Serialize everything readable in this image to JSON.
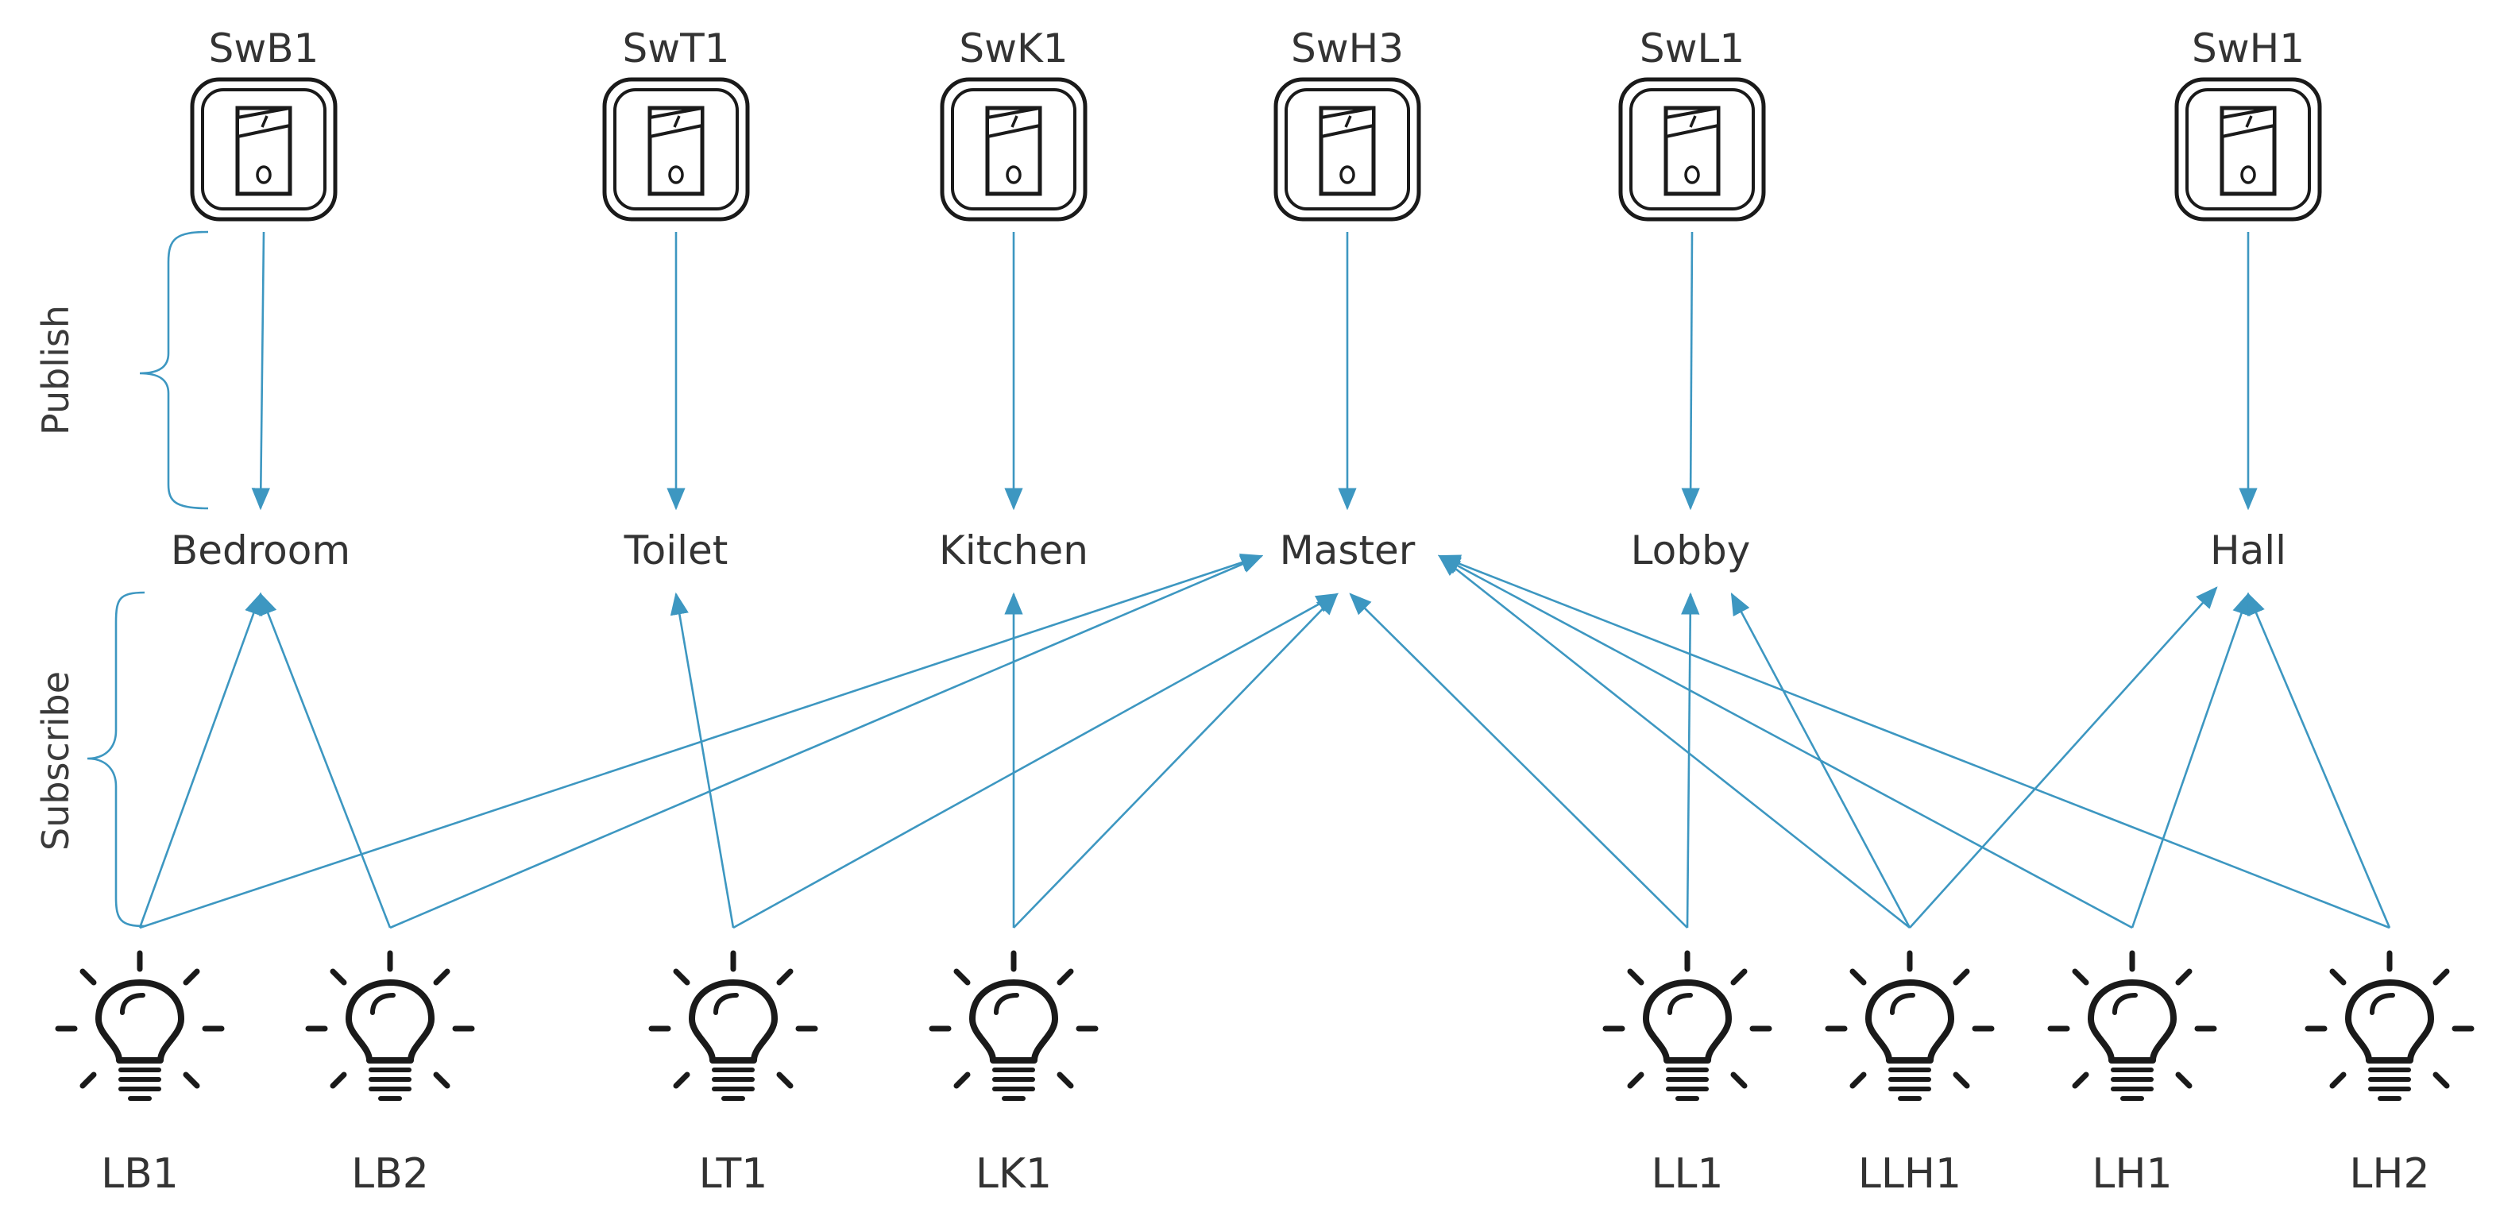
{
  "diagram": {
    "accent_color": "#3d97c1",
    "text_color": "#333333",
    "side_labels": {
      "publish": "Publish",
      "subscribe": "Subscribe"
    },
    "switches": [
      {
        "id": "SwB1",
        "label": "SwB1",
        "topic": "Bedroom",
        "icon": "switch-icon"
      },
      {
        "id": "SwT1",
        "label": "SwT1",
        "topic": "Toilet",
        "icon": "switch-icon"
      },
      {
        "id": "SwK1",
        "label": "SwK1",
        "topic": "Kitchen",
        "icon": "switch-icon"
      },
      {
        "id": "SwH3",
        "label": "SwH3",
        "topic": "Master",
        "icon": "switch-icon"
      },
      {
        "id": "SwL1",
        "label": "SwL1",
        "topic": "Lobby",
        "icon": "switch-icon"
      },
      {
        "id": "SwH1",
        "label": "SwH1",
        "topic": "Hall",
        "icon": "switch-icon"
      }
    ],
    "topics": [
      {
        "id": "Bedroom",
        "label": "Bedroom"
      },
      {
        "id": "Toilet",
        "label": "Toilet"
      },
      {
        "id": "Kitchen",
        "label": "Kitchen"
      },
      {
        "id": "Master",
        "label": "Master"
      },
      {
        "id": "Lobby",
        "label": "Lobby"
      },
      {
        "id": "Hall",
        "label": "Hall"
      }
    ],
    "lights": [
      {
        "id": "LB1",
        "label": "LB1",
        "icon": "light-bulb-icon"
      },
      {
        "id": "LB2",
        "label": "LB2",
        "icon": "light-bulb-icon"
      },
      {
        "id": "LT1",
        "label": "LT1",
        "icon": "light-bulb-icon"
      },
      {
        "id": "LK1",
        "label": "LK1",
        "icon": "light-bulb-icon"
      },
      {
        "id": "LL1",
        "label": "LL1",
        "icon": "light-bulb-icon"
      },
      {
        "id": "LLH1",
        "label": "LLH1",
        "icon": "light-bulb-icon"
      },
      {
        "id": "LH1",
        "label": "LH1",
        "icon": "light-bulb-icon"
      },
      {
        "id": "LH2",
        "label": "LH2",
        "icon": "light-bulb-icon"
      }
    ],
    "subscriptions": [
      {
        "light": "LB1",
        "topic": "Bedroom"
      },
      {
        "light": "LB1",
        "topic": "Master"
      },
      {
        "light": "LB2",
        "topic": "Bedroom"
      },
      {
        "light": "LB2",
        "topic": "Master"
      },
      {
        "light": "LT1",
        "topic": "Toilet"
      },
      {
        "light": "LT1",
        "topic": "Master"
      },
      {
        "light": "LK1",
        "topic": "Kitchen"
      },
      {
        "light": "LK1",
        "topic": "Master"
      },
      {
        "light": "LL1",
        "topic": "Lobby"
      },
      {
        "light": "LL1",
        "topic": "Master"
      },
      {
        "light": "LLH1",
        "topic": "Lobby"
      },
      {
        "light": "LLH1",
        "topic": "Hall"
      },
      {
        "light": "LLH1",
        "topic": "Master"
      },
      {
        "light": "LH1",
        "topic": "Hall"
      },
      {
        "light": "LH1",
        "topic": "Master"
      },
      {
        "light": "LH2",
        "topic": "Hall"
      },
      {
        "light": "LH2",
        "topic": "Master"
      }
    ]
  }
}
